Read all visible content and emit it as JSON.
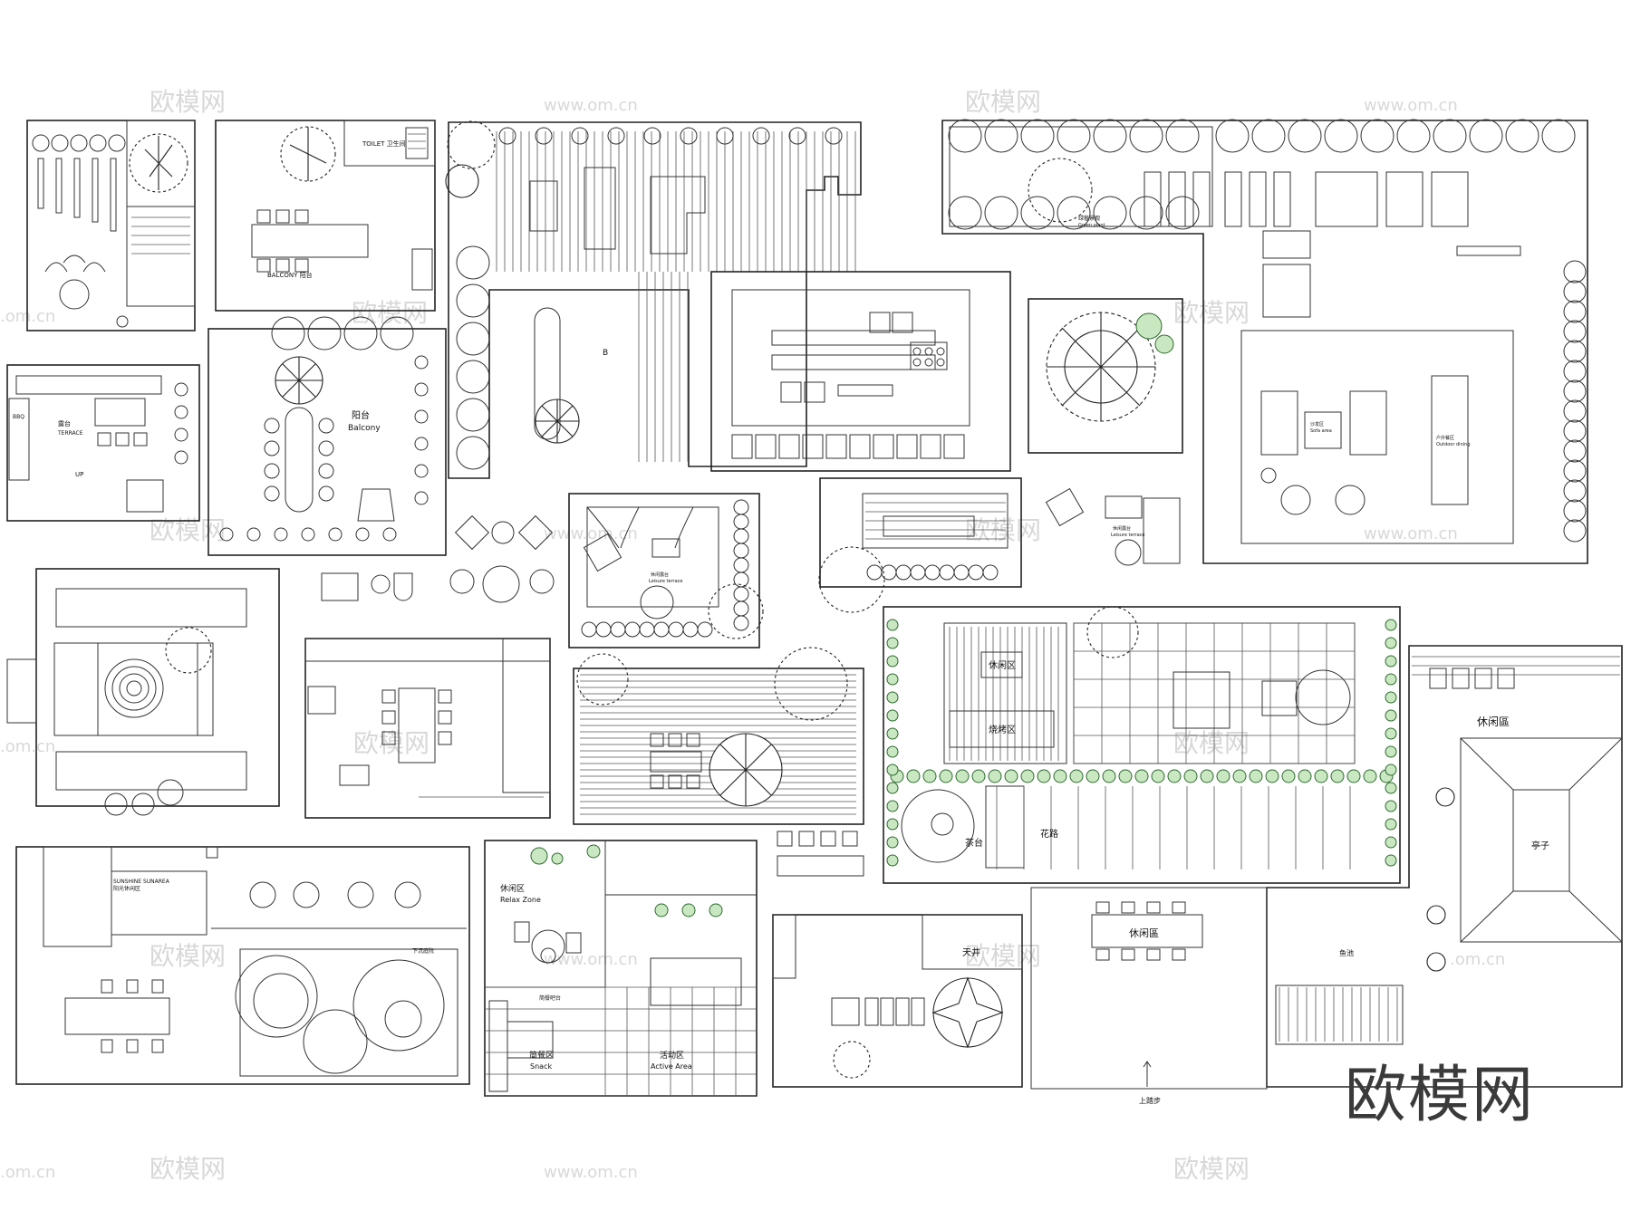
{
  "watermark": {
    "brand": "欧模网",
    "domain": "www.om.cn",
    "domain_short": ".om.cn"
  },
  "labels": {
    "toilet": "TOILET 卫生间",
    "balcony_small": "BALCONY 阳台",
    "balcony_cn": "阳台",
    "balcony_en": "Balcony",
    "terrace_cn": "露台",
    "terrace_en": "TERRACE",
    "up": "UP",
    "bbq": "BBQ",
    "b_mark": "B",
    "green_plant": "绿植景观",
    "green_plant_en": "Green plant",
    "sofa_area": "沙发区",
    "sofa_area_en": "Sofa area",
    "outdoor_dining": "户外餐区",
    "outdoor_dining_en": "Outdoor dining",
    "leisure_cn": "休闲露台",
    "leisure_en": "Leisure terrace",
    "rest_area": "休闲区",
    "bbq_area": "烧烤区",
    "flower_path": "花路",
    "tea_table": "茶台",
    "leisure_zone": "休闲區",
    "pavilion": "亭子",
    "fish_pond": "鱼池",
    "steps_up": "上踏步",
    "relax_cn": "休闲区",
    "relax_en": "Relax Zone",
    "bar_counter": "简餐吧台",
    "snack_cn": "简餐区",
    "snack_en": "Snack",
    "active_cn": "活动区",
    "active_en": "Active Area",
    "courtyard": "天井",
    "sunshine_area": "SUNSHINE SUNAREA",
    "sunshine_cn": "阳光休闲区",
    "sunken_cn": "下沉庭院"
  }
}
